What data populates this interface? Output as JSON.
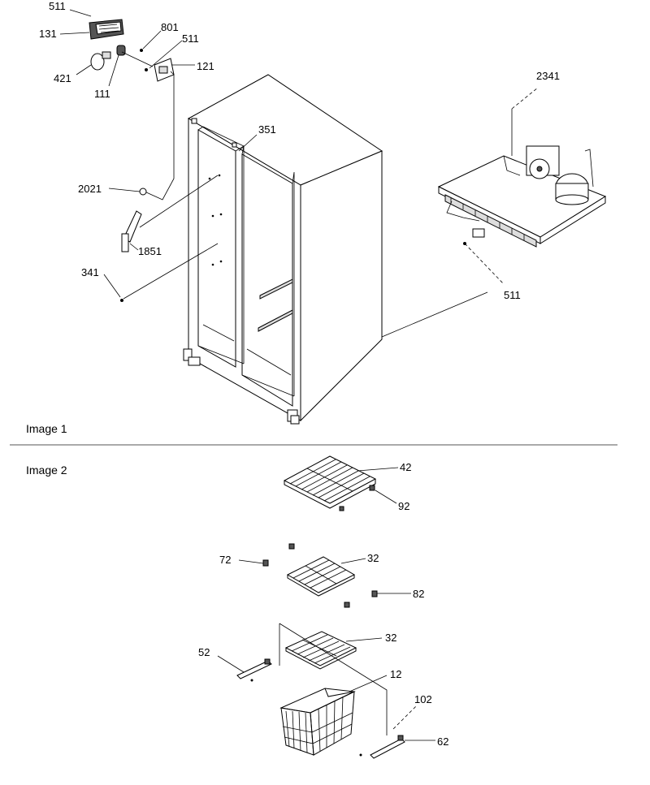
{
  "captions": {
    "image1": "Image 1",
    "image2": "Image 2"
  },
  "labels": {
    "l511a": "511",
    "l131": "131",
    "l801": "801",
    "l511b": "511",
    "l121": "121",
    "l421": "421",
    "l111": "111",
    "l2341": "2341",
    "l351": "351",
    "l2021": "2021",
    "l1851": "1851",
    "l341": "341",
    "l511c": "511",
    "l42": "42",
    "l92": "92",
    "l72": "72",
    "l32a": "32",
    "l82": "82",
    "l32b": "32",
    "l52": "52",
    "l12": "12",
    "l102": "102",
    "l62": "62"
  }
}
